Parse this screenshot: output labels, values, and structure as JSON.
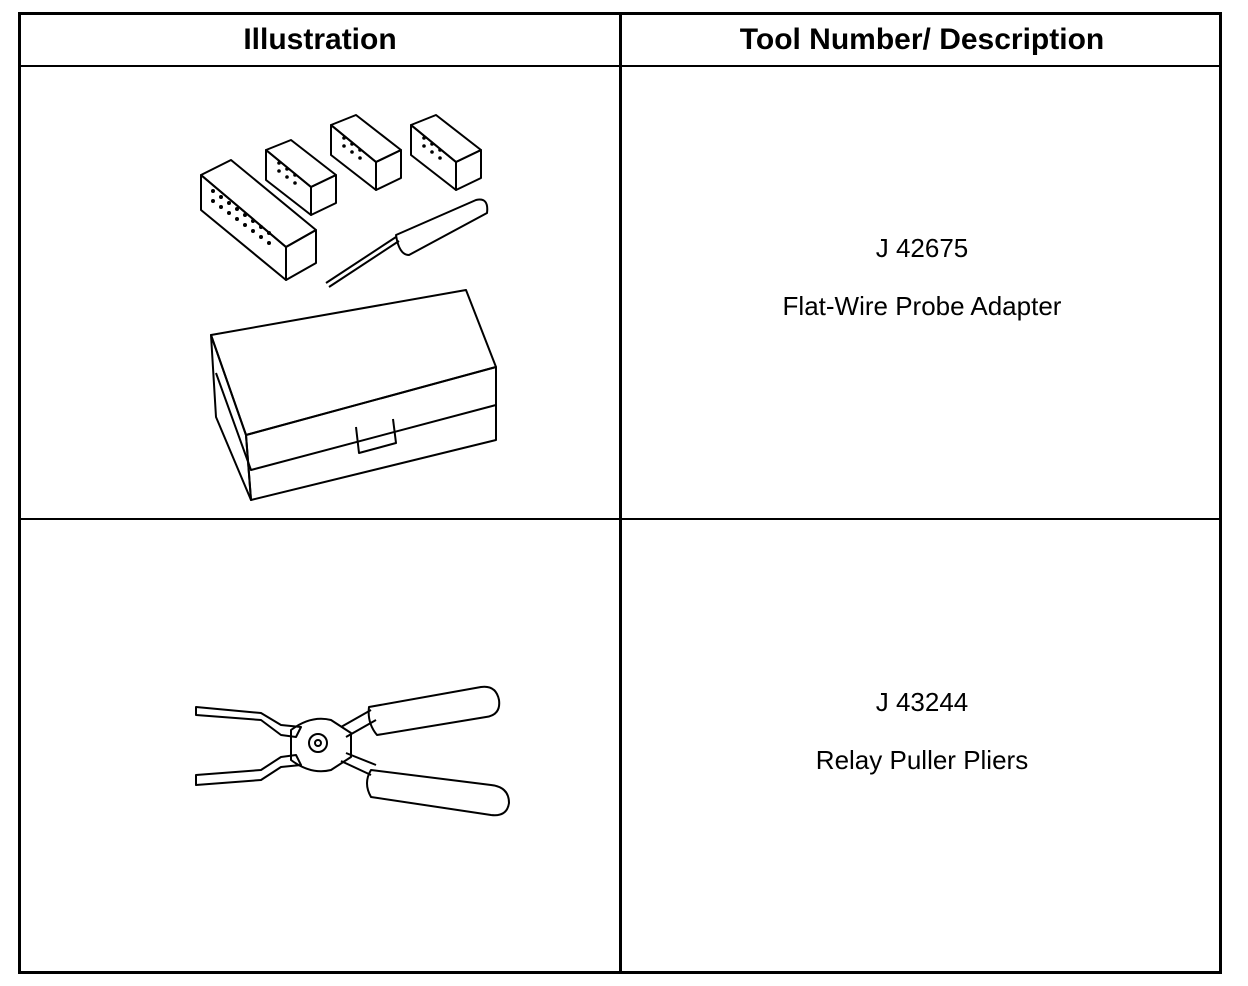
{
  "table": {
    "headers": {
      "illustration": "Illustration",
      "description": "Tool Number/ Description"
    },
    "rows": [
      {
        "tool_number": "J 42675",
        "description": "Flat-Wire Probe Adapter",
        "illustration_icon": "probe-adapter-kit-icon"
      },
      {
        "tool_number": "J 43244",
        "description": "Relay Puller Pliers",
        "illustration_icon": "relay-puller-pliers-icon"
      }
    ]
  }
}
